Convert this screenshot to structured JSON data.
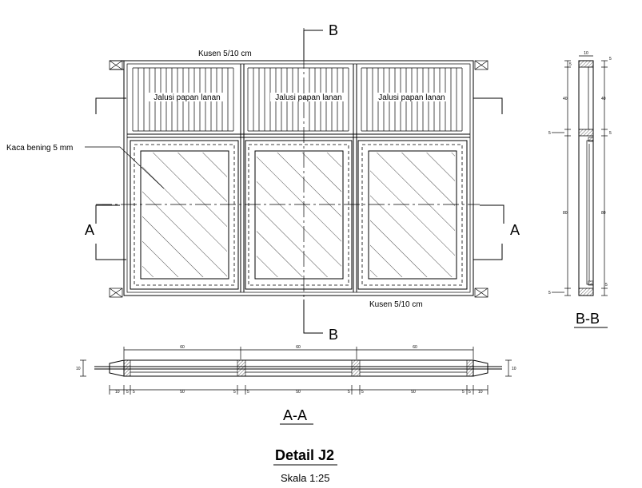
{
  "labels": {
    "kusen_top": "Kusen 5/10 cm",
    "kusen_bottom": "Kusen 5/10 cm",
    "jalusi": [
      "Jalusi papan lanan",
      "Jalusi papan lanan",
      "Jalusi papan lanan"
    ],
    "kaca": "Kaca bening 5 mm",
    "section_a": "A",
    "section_b": "B",
    "view_aa": "A-A",
    "view_bb": "B-B",
    "title": "Detail J2",
    "scale": "Skala 1:25"
  },
  "dimensions_aa_top": [
    "60",
    "60",
    "60"
  ],
  "dimensions_aa_bottom": [
    "10",
    "5",
    "5",
    "50",
    "5",
    "5",
    "50",
    "5",
    "5",
    "50",
    "5",
    "5",
    "10"
  ],
  "dimensions_aa_side": [
    "10",
    "10"
  ],
  "dimensions_bb_right": [
    "5",
    "40",
    "5",
    "80",
    "5"
  ],
  "dimensions_bb_left": [
    "5",
    "40",
    "5",
    "80",
    "5"
  ],
  "dimensions_bb_top": "10"
}
